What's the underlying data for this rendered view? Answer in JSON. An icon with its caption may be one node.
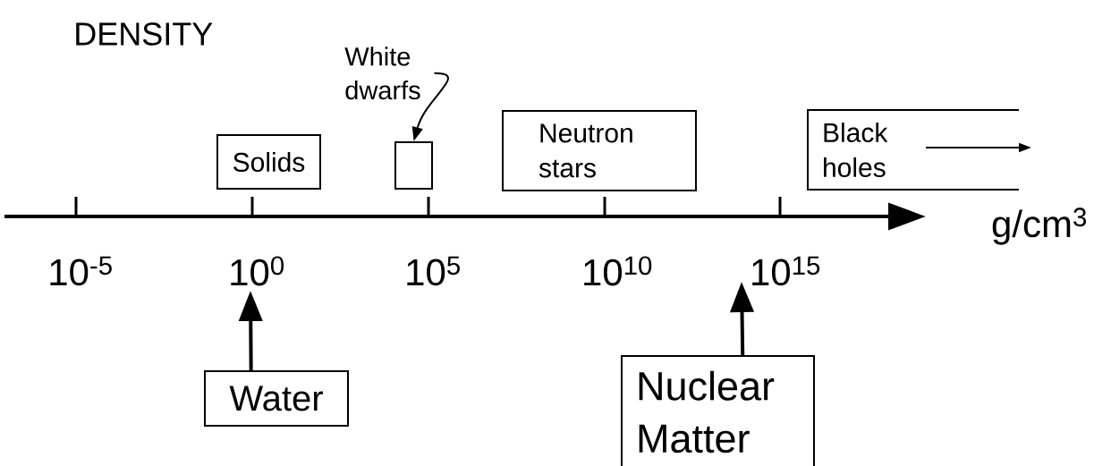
{
  "diagram": {
    "title": "DENSITY",
    "nodes": [
      {
        "text": [
          "White dwarfs"
        ]
      },
      {
        "text": [
          "Solids"
        ]
      },
      {
        "text": [],
        "shape": "box"
      },
      {
        "text": [
          "Neutron stars"
        ]
      },
      {
        "text": [
          "Black holes"
        ]
      },
      {
        "text": [
          "Water"
        ]
      },
      {
        "text": [
          "Nuclear Matter"
        ]
      }
    ],
    "edges": [
      {
        "from": 0,
        "to": 2,
        "arrow": "to"
      },
      {
        "from": 5,
        "to": null,
        "arrow": "to"
      },
      {
        "from": 6,
        "to": null,
        "arrow": "to"
      }
    ],
    "labels": [
      "10$^{-5}$",
      "10$^{0}$",
      "10$^{5}$",
      "10$^{10}$",
      "10$^{15}$",
      "g/cm$^{3}$"
    ]
  }
}
